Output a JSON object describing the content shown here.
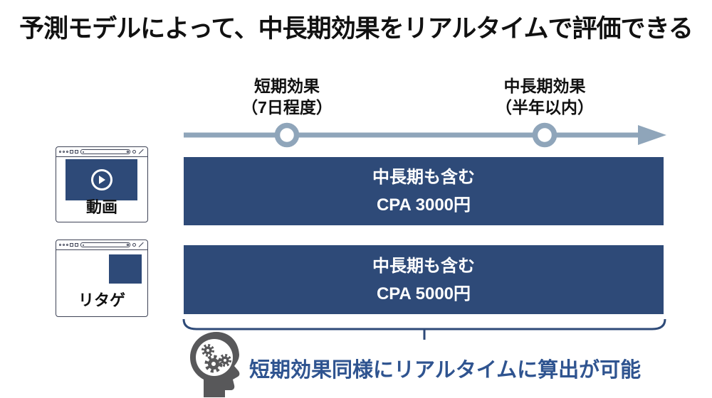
{
  "title": "予測モデルによって、中長期効果をリアルタイムで評価できる",
  "timeline": {
    "milestones": [
      {
        "line1": "短期効果",
        "line2": "（7日程度）"
      },
      {
        "line1": "中長期効果",
        "line2": "（半年以内）"
      }
    ],
    "arrow_icon": "right-arrow-icon"
  },
  "channels": [
    {
      "label": "動画",
      "icon": "video-play-icon"
    },
    {
      "label": "リタゲ",
      "icon": "retargeting-banner-icon"
    }
  ],
  "bars": [
    {
      "line1": "中長期も含む",
      "line2": "CPA 3000円"
    },
    {
      "line1": "中長期も含む",
      "line2": "CPA 5000円"
    }
  ],
  "callout": {
    "icon": "head-gears-icon",
    "text": "短期効果同様にリアルタイムに算出が可能"
  },
  "colors": {
    "navy": "#2e4a78",
    "timeline_blue_gray": "#8fa5ba",
    "callout_text_blue": "#2f5490",
    "icon_gray": "#58585a",
    "title_black": "#111111"
  }
}
